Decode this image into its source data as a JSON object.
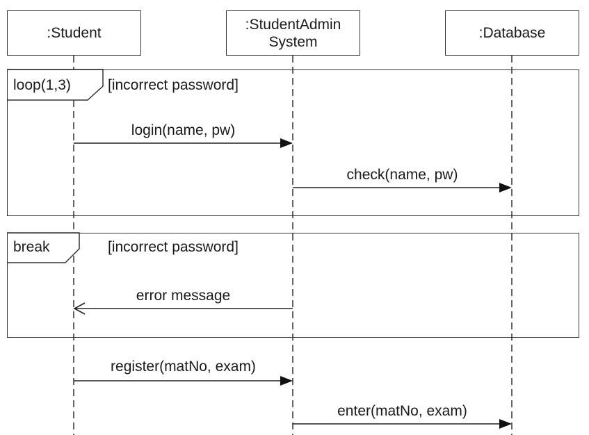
{
  "lifelines": [
    {
      "id": "student",
      "label": ":Student"
    },
    {
      "id": "system",
      "label": ":StudentAdmin\nSystem"
    },
    {
      "id": "database",
      "label": ":Database"
    }
  ],
  "fragments": [
    {
      "operator": "loop(1,3)",
      "guard": "[incorrect password]"
    },
    {
      "operator": "break",
      "guard": "[incorrect password]"
    }
  ],
  "messages": [
    {
      "label": "login(name, pw)",
      "from": "student",
      "to": "system",
      "type": "sync"
    },
    {
      "label": "check(name, pw)",
      "from": "system",
      "to": "database",
      "type": "sync"
    },
    {
      "label": "error message",
      "from": "system",
      "to": "student",
      "type": "reply"
    },
    {
      "label": "register(matNo, exam)",
      "from": "student",
      "to": "system",
      "type": "sync"
    },
    {
      "label": "enter(matNo, exam)",
      "from": "system",
      "to": "database",
      "type": "sync"
    }
  ]
}
